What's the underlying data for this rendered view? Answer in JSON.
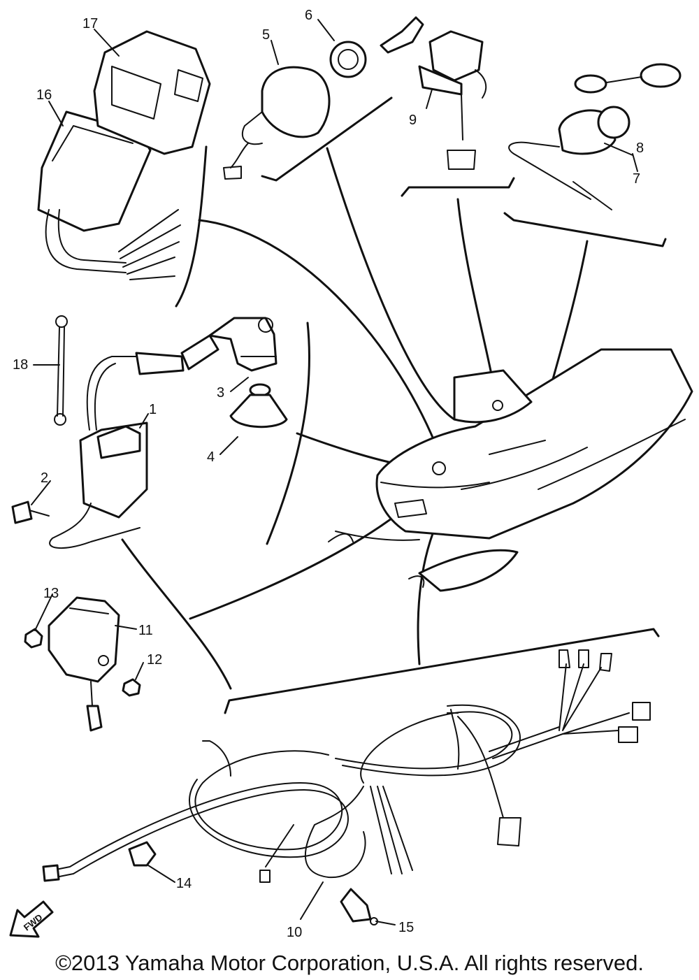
{
  "diagram": {
    "callouts": [
      "1",
      "2",
      "3",
      "4",
      "5",
      "6",
      "7",
      "8",
      "9",
      "10",
      "11",
      "12",
      "13",
      "14",
      "15",
      "16",
      "17",
      "18"
    ],
    "direction_label": "FWD"
  },
  "footer": {
    "copyright": "©2013 Yamaha Motor Corporation, U.S.A. All rights reserved."
  }
}
